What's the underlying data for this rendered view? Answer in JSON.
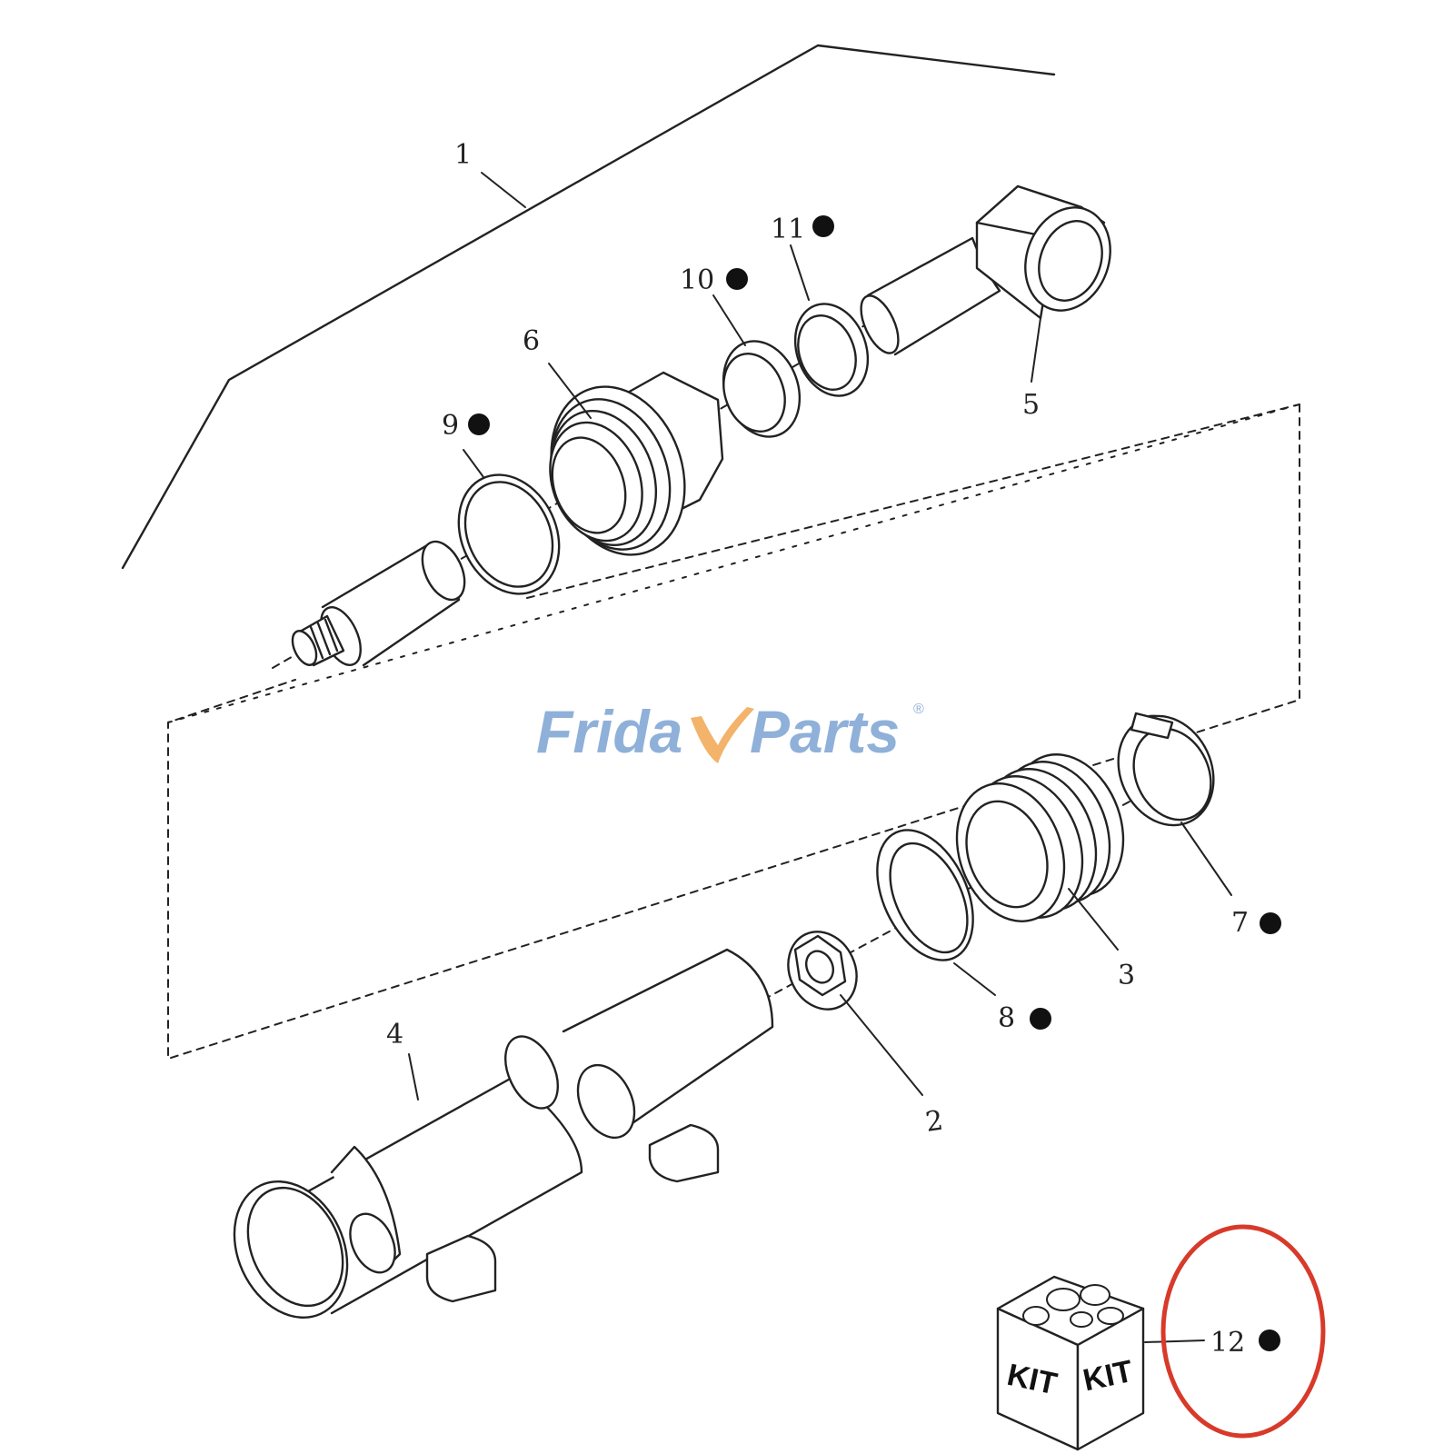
{
  "watermark": {
    "brand_part1": "Frida",
    "brand_part2": "Parts",
    "registered": "®",
    "color": "#8fb0d8",
    "accent_color": "#f3b36a"
  },
  "callouts": [
    {
      "id": "1",
      "kit_item": false
    },
    {
      "id": "2",
      "kit_item": false
    },
    {
      "id": "3",
      "kit_item": false
    },
    {
      "id": "4",
      "kit_item": false
    },
    {
      "id": "5",
      "kit_item": false
    },
    {
      "id": "6",
      "kit_item": false
    },
    {
      "id": "7",
      "kit_item": true
    },
    {
      "id": "8",
      "kit_item": true
    },
    {
      "id": "9",
      "kit_item": true
    },
    {
      "id": "10",
      "kit_item": true
    },
    {
      "id": "11",
      "kit_item": true
    },
    {
      "id": "12",
      "kit_item": true
    }
  ],
  "kit_box": {
    "label_left": "KIT",
    "label_right": "KIT"
  },
  "highlight": {
    "target": "12",
    "color": "#d83a2a"
  },
  "line_color": "#222222"
}
